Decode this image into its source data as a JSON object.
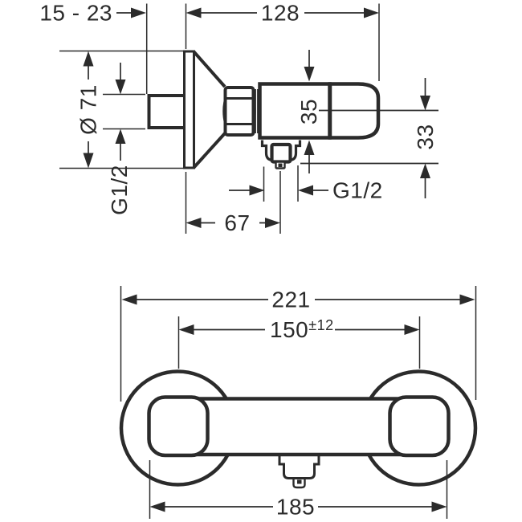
{
  "colors": {
    "line": "#2b2b2b",
    "background": "#ffffff"
  },
  "top_view": {
    "wall_clearance": "15 - 23",
    "overall_length": "128",
    "escutcheon_diameter": "Ø 71",
    "wall_thread": "G1/2",
    "body_height": "35",
    "outlet_offset": "33",
    "outlet_thread": "G1/2",
    "wall_to_outlet": "67"
  },
  "front_view": {
    "overall_width": "221",
    "connection_distance": "150",
    "connection_tolerance": "±12",
    "handle_span": "185"
  }
}
